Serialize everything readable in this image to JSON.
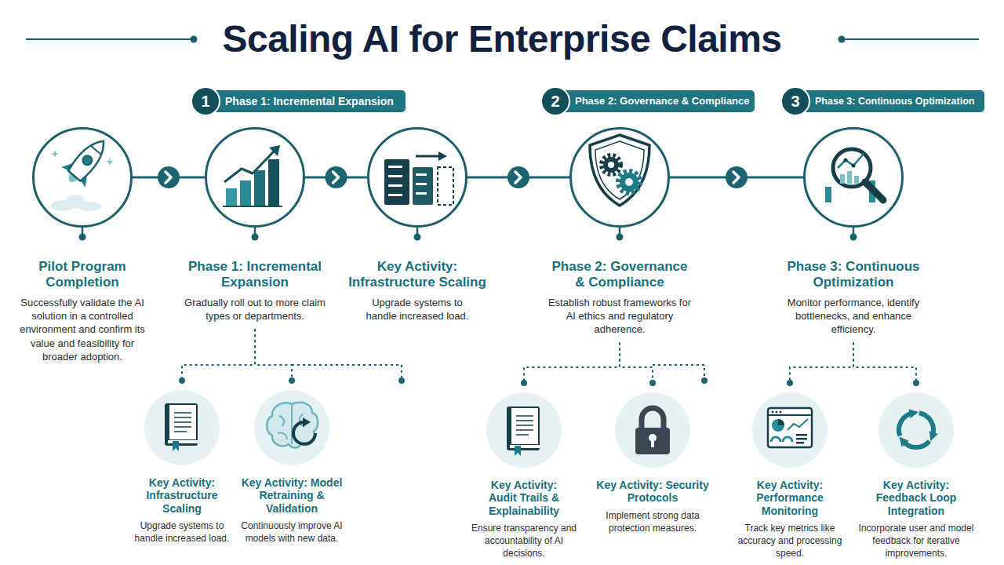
{
  "diagram": {
    "title": "Scaling AI for Enterprise Claims",
    "nodes": [
      {
        "text": [
          "1",
          "Phase 1: Incremental Expansion"
        ]
      },
      {
        "text": [
          "2",
          "Phase 2: Governance & Compliance"
        ]
      },
      {
        "text": [
          "3",
          "Phase 3: Continuous Optimization"
        ]
      },
      {
        "text": [
          "Pilot Program Completion",
          "Successfully validate the AI solution in a controlled environment and confirm its value and feasibility for broader adoption."
        ]
      },
      {
        "text": [
          "Phase 1: Incremental Expansion",
          "Gradually roll out to more claim types or departments."
        ]
      },
      {
        "text": [
          "Key Activity: Infrastructure Scaling",
          "Upgrade systems to handle increased load."
        ]
      },
      {
        "text": [
          "Phase 2: Governance & Compliance",
          "Establish robust frameworks for AI ethics and regulatory adherence."
        ]
      },
      {
        "text": [
          "Phase 3: Continuous Optimization",
          "Monitor performance, identify bottlenecks, and enhance efficiency."
        ]
      },
      {
        "text": [
          "Key Activity: Infrastructure Scaling",
          "Upgrade systems to handle increased load."
        ]
      },
      {
        "text": [
          "Key Activity: Model Retraining & Validation",
          "Continuously improve AI models with new data."
        ]
      },
      {
        "text": [
          "Key Activity: Audit Trails & Explainability",
          "Ensure transparency and accountability of AI decisions."
        ]
      },
      {
        "text": [
          "Key Activity: Security Protocols",
          "Implement strong data protection measures."
        ]
      },
      {
        "text": [
          "Key Activity: Performance Monitoring",
          "Track key metrics like accuracy and processing speed."
        ]
      },
      {
        "text": [
          "Key Activity: Feedback Loop Integration",
          "Incorporate user and model feedback for iterative improvements."
        ]
      }
    ],
    "edges": [
      {
        "from": 3,
        "to": 4,
        "arrow": "to"
      },
      {
        "from": 4,
        "to": 5,
        "arrow": "to"
      },
      {
        "from": 5,
        "to": 6,
        "arrow": "to"
      },
      {
        "from": 6,
        "to": 7,
        "arrow": "to"
      },
      {
        "from": 4,
        "to": 8,
        "arrow": "none"
      },
      {
        "from": 4,
        "to": 9,
        "arrow": "none"
      },
      {
        "from": 6,
        "to": 10,
        "arrow": "none"
      },
      {
        "from": 6,
        "to": 11,
        "arrow": "none"
      },
      {
        "from": 7,
        "to": 12,
        "arrow": "none"
      },
      {
        "from": 7,
        "to": 13,
        "arrow": "none"
      }
    ]
  }
}
